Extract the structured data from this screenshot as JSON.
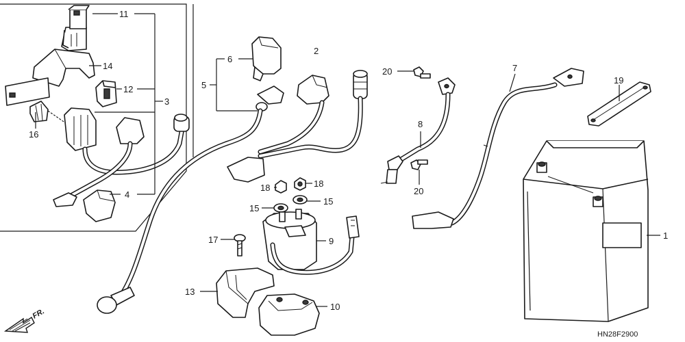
{
  "diagram_code": "HN28F2900",
  "front_label": "FR.",
  "callouts": {
    "p1": "1",
    "p2": "2",
    "p3": "3",
    "p4": "4",
    "p5": "5",
    "p6": "6",
    "p7": "7",
    "p8": "8",
    "p9": "9",
    "p10": "10",
    "p11": "11",
    "p12": "12",
    "p13": "13",
    "p14": "14",
    "p15a": "15",
    "p15b": "15",
    "p16": "16",
    "p17": "17",
    "p18a": "18",
    "p18b": "18",
    "p19": "19",
    "p20a": "20",
    "p20b": "20"
  }
}
